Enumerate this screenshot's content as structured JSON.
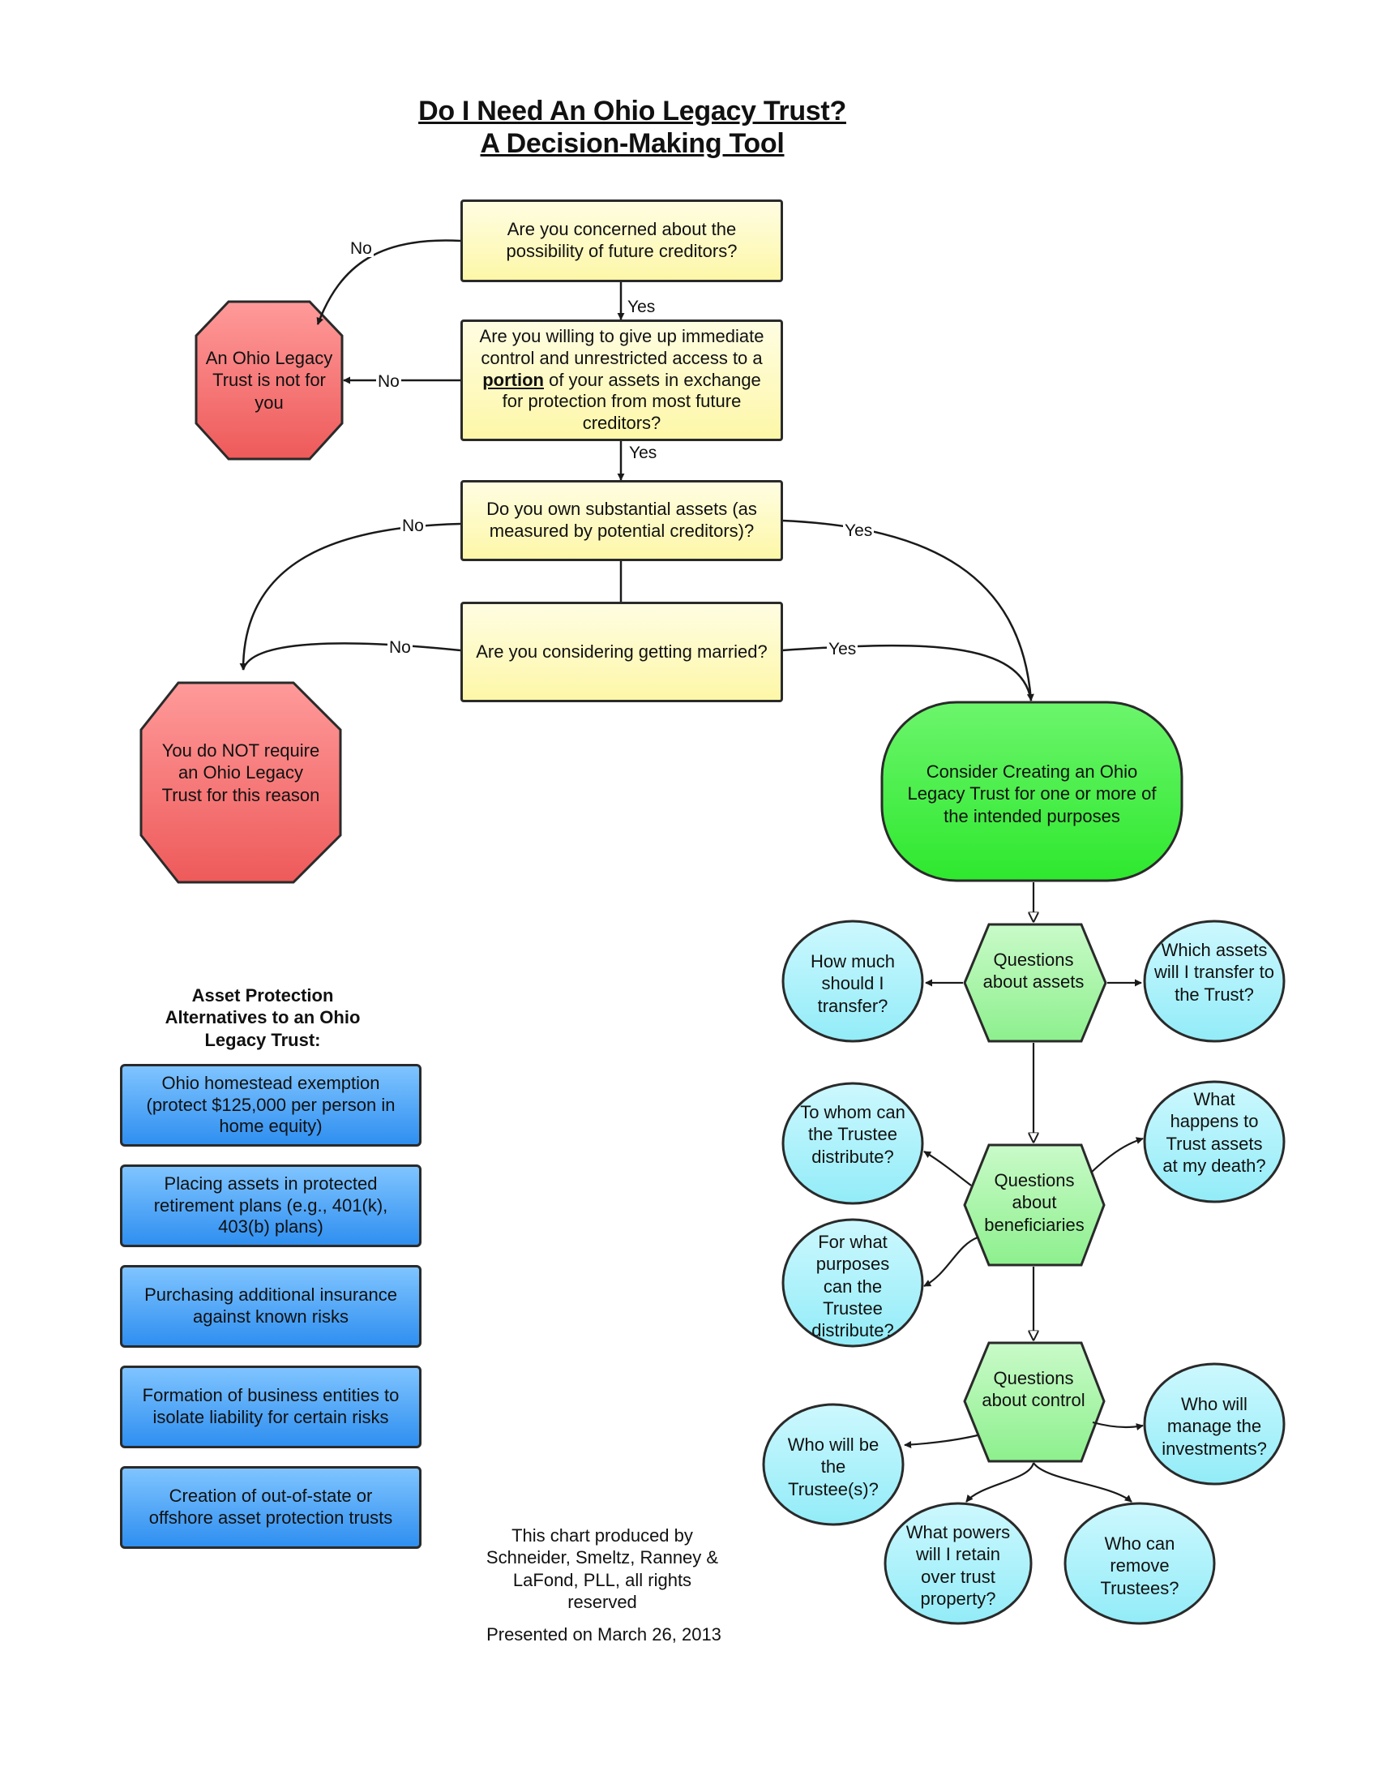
{
  "title": {
    "line1": "Do I Need An Ohio Legacy Trust?",
    "line2": "A Decision-Making Tool"
  },
  "questions": {
    "q1": "Are you concerned about the possibility of future creditors?",
    "q2_before": "Are you willing to give up immediate control and unrestricted access to a ",
    "q2_emphasis": "portion",
    "q2_after": " of your assets in exchange for protection from most future creditors?",
    "q3": "Do you own substantial assets (as measured by potential creditors)?",
    "q4": "Are you considering getting married?"
  },
  "outcomes": {
    "not_for_you": "An Ohio Legacy Trust is not for you",
    "not_required": "You do NOT require an Ohio Legacy Trust for this reason",
    "consider": "Consider Creating an Ohio Legacy Trust for one or more of the intended purposes"
  },
  "edge_labels": {
    "no": "No",
    "yes": "Yes"
  },
  "groups": {
    "assets": {
      "label": "Questions about assets",
      "items": [
        "How much should I transfer?",
        "Which assets will I transfer to the Trust?"
      ]
    },
    "beneficiaries": {
      "label": "Questions about beneficiaries",
      "items": [
        "To whom can the Trustee distribute?",
        "What happens to Trust assets at my death?",
        "For what purposes can the Trustee distribute?"
      ]
    },
    "control": {
      "label": "Questions about control",
      "items": [
        "Who will be the Trustee(s)?",
        "Who will manage the investments?",
        "What powers will I retain over trust property?",
        "Who can remove Trustees?"
      ]
    }
  },
  "alternatives": {
    "heading": "Asset Protection Alternatives to an Ohio Legacy Trust:",
    "items": [
      "Ohio homestead exemption (protect $125,000 per person in home equity)",
      "Placing assets in protected retirement plans (e.g., 401(k), 403(b) plans)",
      "Purchasing additional insurance against known risks",
      "Formation of business entities to isolate liability for certain risks",
      "Creation of out-of-state or offshore asset protection trusts"
    ]
  },
  "footer": {
    "credit": "This chart produced by Schneider, Smeltz, Ranney & LaFond, PLL, all rights reserved",
    "date": "Presented on March 26, 2013"
  },
  "colors": {
    "question": "#fdf7a8",
    "stop": "#f06a6a",
    "consider": "#3ff23f",
    "hexagon": "#a6f5a6",
    "bubble": "#a7f1fb",
    "alternative": "#2f8ff0",
    "line": "#1a1a1a"
  }
}
